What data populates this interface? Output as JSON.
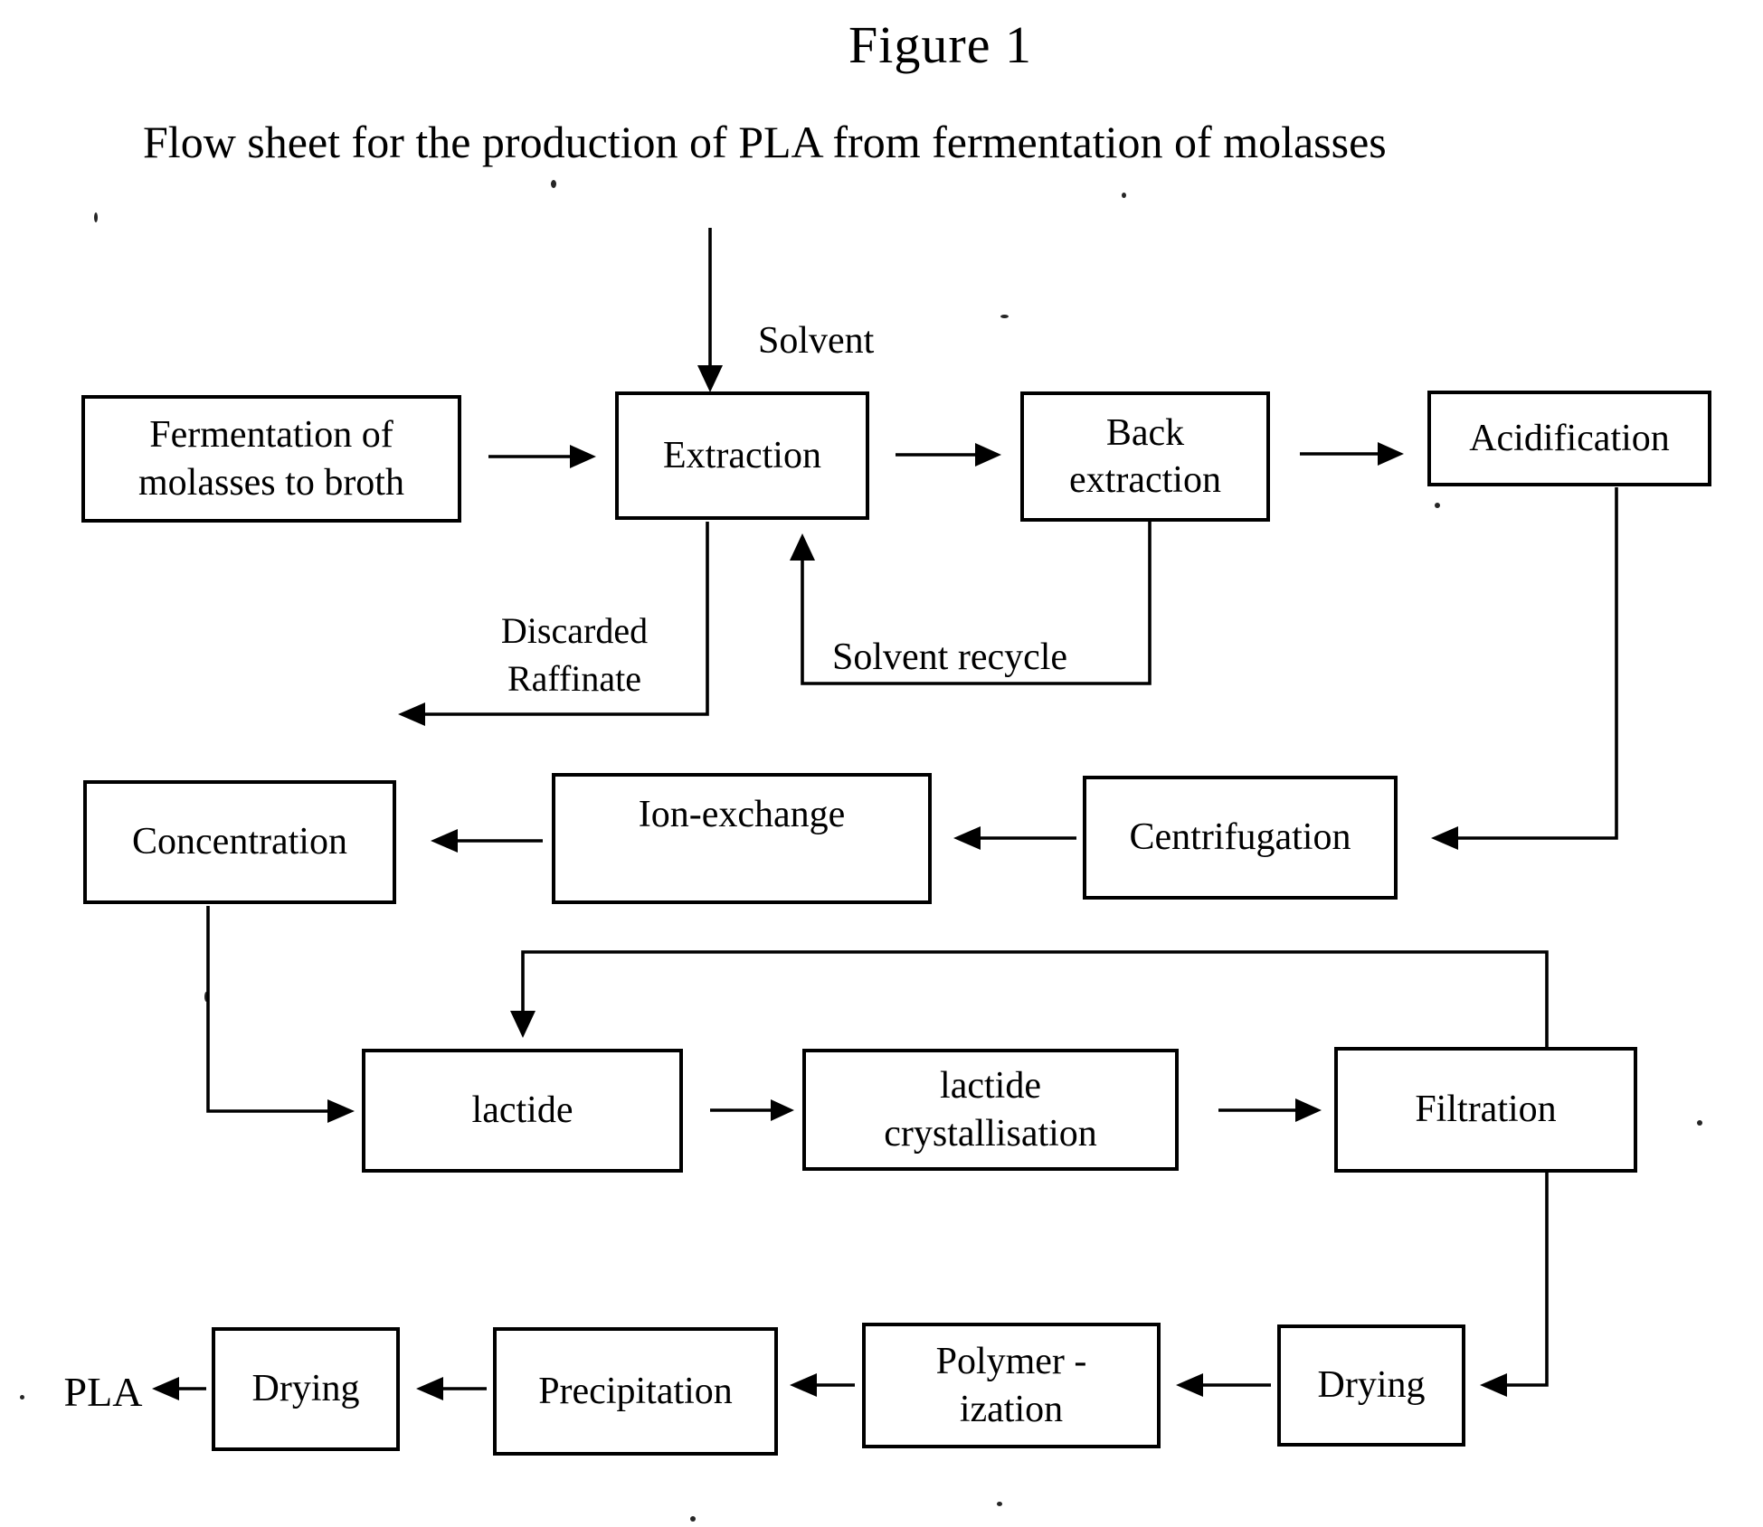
{
  "figure": {
    "title": "Figure 1",
    "subtitle": "Flow sheet for the production of PLA from fermentation of molasses"
  },
  "nodes": {
    "fermentation": {
      "label": "Fermentation of\nmolasses to broth"
    },
    "extraction": {
      "label": "Extraction"
    },
    "back_extraction": {
      "label": "Back\nextraction"
    },
    "acidification": {
      "label": "Acidification"
    },
    "concentration": {
      "label": "Concentration"
    },
    "ion_exchange": {
      "label": "Ion-exchange"
    },
    "centrifugation": {
      "label": "Centrifugation"
    },
    "lactide": {
      "label": "lactide"
    },
    "lactide_crystallisation": {
      "label": "lactide\ncrystallisation"
    },
    "filtration": {
      "label": "Filtration"
    },
    "drying_final": {
      "label": "Drying"
    },
    "precipitation": {
      "label": "Precipitation"
    },
    "polymerization": {
      "label": "Polymer -\nization"
    },
    "drying_post_filtration": {
      "label": "Drying"
    }
  },
  "stream_labels": {
    "solvent": "Solvent",
    "discarded_raffinate": "Discarded\nRaffinate",
    "solvent_recycle": "Solvent recycle",
    "product": "PLA"
  },
  "edges": [
    {
      "from": "Solvent feed",
      "to": "Extraction",
      "label": "Solvent"
    },
    {
      "from": "Fermentation of molasses to broth",
      "to": "Extraction",
      "label": ""
    },
    {
      "from": "Extraction",
      "to": "Back extraction",
      "label": ""
    },
    {
      "from": "Back extraction",
      "to": "Acidification",
      "label": ""
    },
    {
      "from": "Extraction",
      "to": "Discarded Raffinate",
      "label": "Discarded Raffinate"
    },
    {
      "from": "Back extraction",
      "to": "Extraction",
      "label": "Solvent recycle"
    },
    {
      "from": "Acidification",
      "to": "Centrifugation",
      "label": ""
    },
    {
      "from": "Centrifugation",
      "to": "Ion-exchange",
      "label": ""
    },
    {
      "from": "Ion-exchange",
      "to": "Concentration",
      "label": ""
    },
    {
      "from": "Concentration",
      "to": "lactide",
      "label": ""
    },
    {
      "from": "Filtration",
      "to": "lactide",
      "label": ""
    },
    {
      "from": "lactide",
      "to": "lactide crystallisation",
      "label": ""
    },
    {
      "from": "lactide crystallisation",
      "to": "Filtration",
      "label": ""
    },
    {
      "from": "Filtration",
      "to": "Drying",
      "label": ""
    },
    {
      "from": "Drying",
      "to": "Polymer - ization",
      "label": ""
    },
    {
      "from": "Polymer - ization",
      "to": "Precipitation",
      "label": ""
    },
    {
      "from": "Precipitation",
      "to": "Drying",
      "label": ""
    },
    {
      "from": "Drying",
      "to": "PLA",
      "label": ""
    }
  ],
  "colors": {
    "ink": "#000000",
    "paper": "#ffffff"
  }
}
